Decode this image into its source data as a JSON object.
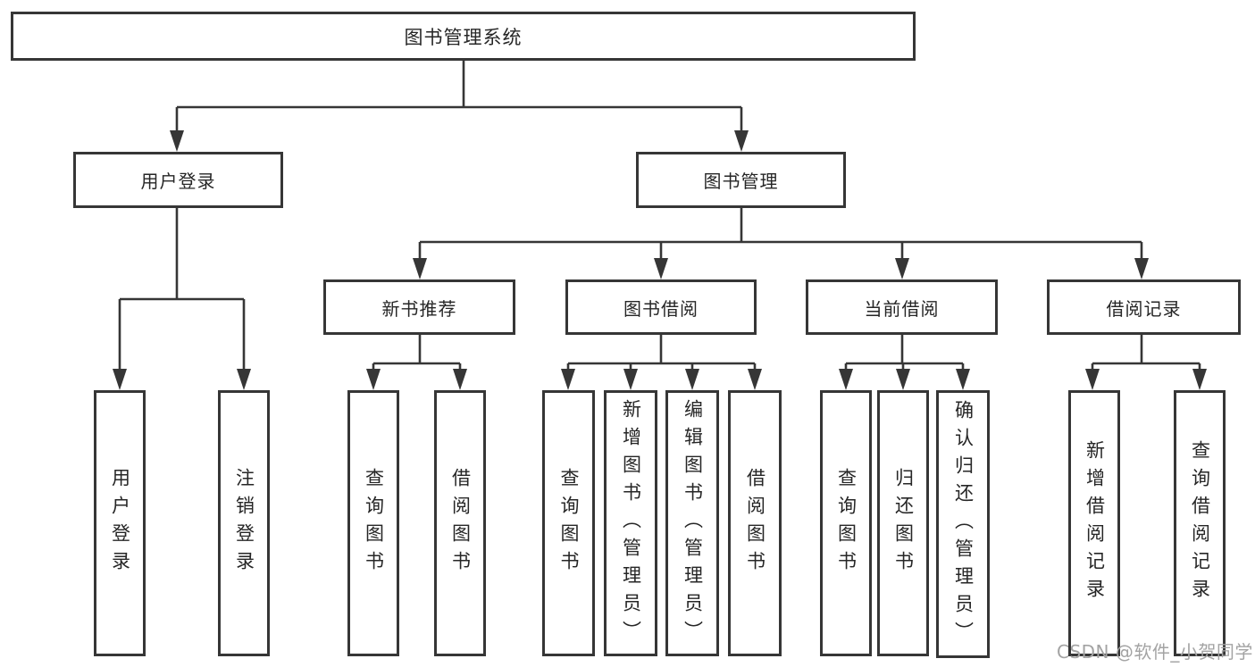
{
  "tree": {
    "root": "图书管理系统",
    "branches": [
      {
        "label": "用户登录",
        "children": [
          "用户登录",
          "注销登录"
        ]
      },
      {
        "label": "图书管理",
        "groups": [
          {
            "label": "新书推荐",
            "children": [
              "查询图书",
              "借阅图书"
            ]
          },
          {
            "label": "图书借阅",
            "children": [
              "查询图书",
              "新增图书（管理员）",
              "编辑图书（管理员）",
              "借阅图书"
            ]
          },
          {
            "label": "当前借阅",
            "children": [
              "查询图书",
              "归还图书",
              "确认归还（管理员）"
            ]
          },
          {
            "label": "借阅记录",
            "children": [
              "新增借阅记录",
              "查询借阅记录"
            ]
          }
        ]
      }
    ]
  },
  "watermark": "CSDN @软件_小贺同学",
  "colors": {
    "line": "#363636",
    "text": "#262626",
    "watermark": "#a3a3a3",
    "background": "#ffffff"
  }
}
